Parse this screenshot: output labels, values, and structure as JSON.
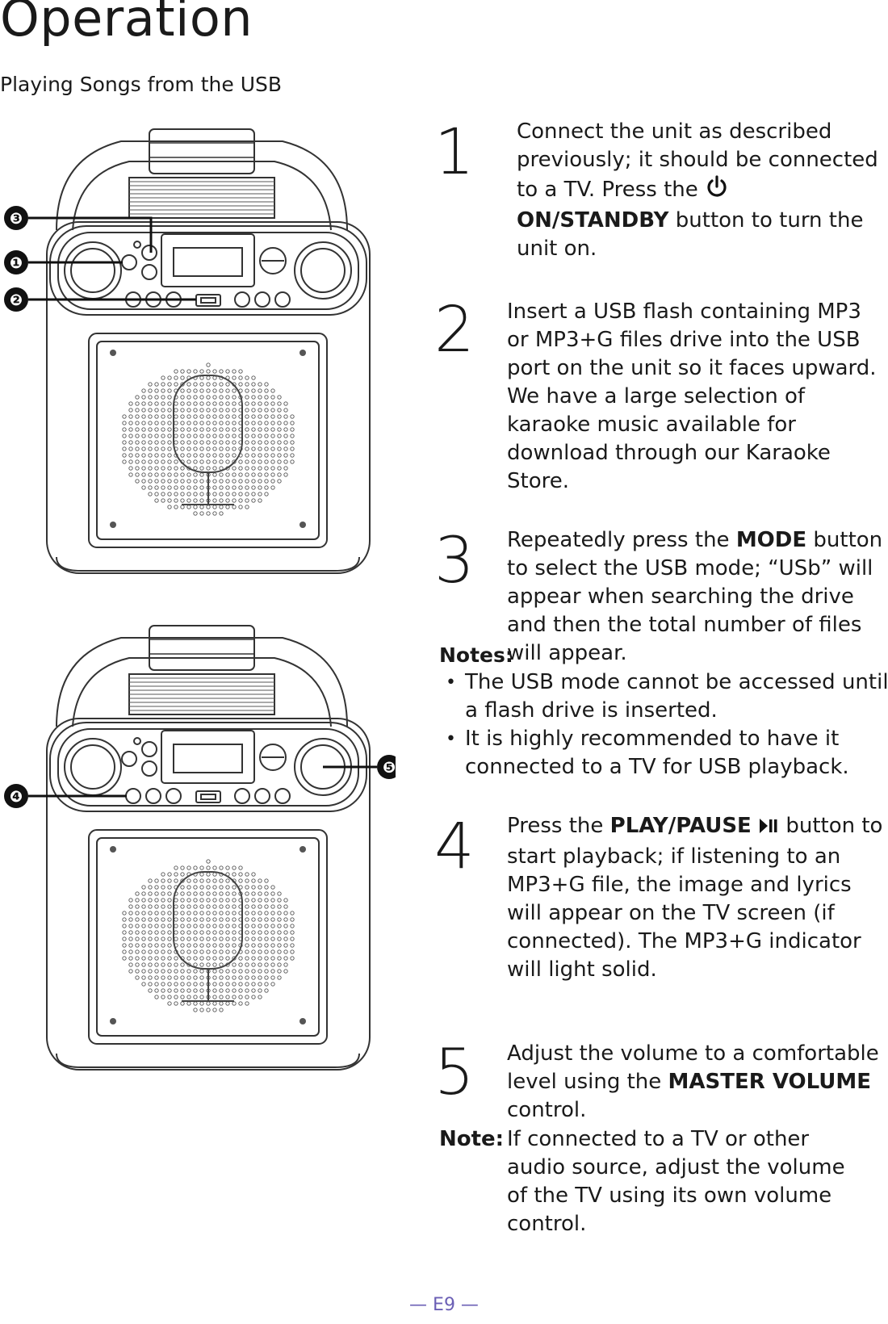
{
  "page": {
    "title": "Operation",
    "subtitle": "Playing Songs from the USB",
    "footer": "— E9 —"
  },
  "figures": {
    "callouts_top": [
      "❸",
      "❶",
      "❷"
    ],
    "callouts_bottom": [
      "❹",
      "❺"
    ]
  },
  "steps": [
    {
      "number": "1",
      "before": "Connect the unit as described previously; it should be connected to a TV. Press the ",
      "bold": "ON/STANDBY",
      "after": " button to turn the unit on.",
      "icon": "power-icon"
    },
    {
      "number": "2",
      "text": "Insert a USB flash containing MP3 or MP3+G files drive into the USB port on the unit so it faces upward. We have a large selection of karaoke music available for download through our Karaoke Store."
    },
    {
      "number": "3",
      "before": "Repeatedly press the ",
      "bold": "MODE",
      "after": " button to select the USB mode; “USb” will appear when searching the drive and then the total number of files will appear."
    },
    {
      "number": "4",
      "before": "Press the ",
      "bold": "PLAY/PAUSE",
      "after": " button to start playback; if listening to an MP3+G file, the image and lyrics will appear on the TV screen (if connected). The MP3+G indicator will light solid.",
      "icon": "play-pause-icon"
    },
    {
      "number": "5",
      "before": "Adjust the volume to a comfortable level using the ",
      "bold": "MASTER VOLUME",
      "after": " control."
    }
  ],
  "notes": {
    "label": "Notes:",
    "bullet_symbol": "•",
    "items": [
      "The USB mode cannot be accessed until a flash drive is inserted.",
      "It is highly recommended to have it connected to a TV for USB playback."
    ]
  },
  "note5": {
    "label": "Note:",
    "text": "If connected to a TV or other audio source, adjust the volume of the TV using its own volume control."
  }
}
